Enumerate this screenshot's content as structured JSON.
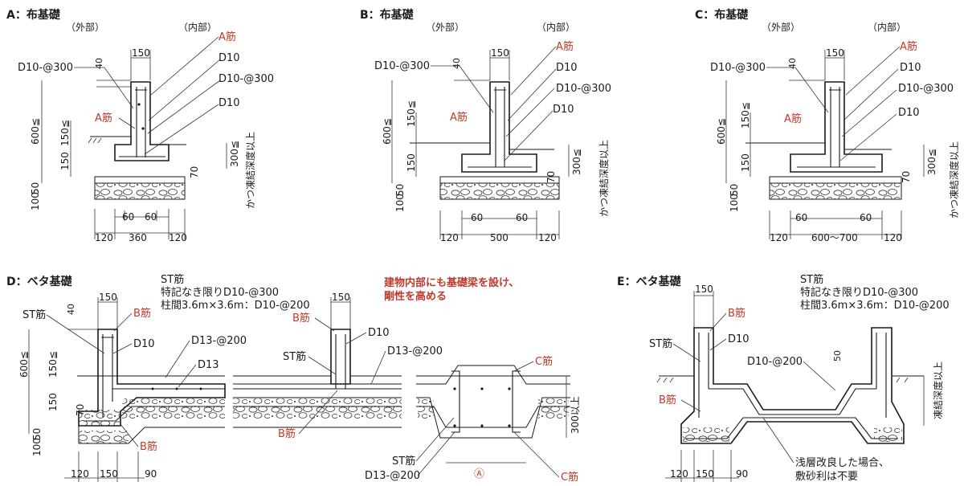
{
  "panels": {
    "A": {
      "title": "A：布基礎",
      "outside": "（外部）",
      "inside": "（内部）",
      "wall_width": "150",
      "cover": "40",
      "rebar_labels": [
        "A筋",
        "D10",
        "D10-@300",
        "D10"
      ],
      "left_rebar": "D10-@300",
      "a_bar_left": "A筋",
      "height_total": "600≦",
      "embed": "150≦",
      "footing_h": "150",
      "gravel_h": "50",
      "base_h": "100",
      "depth": "300≦",
      "depth_note": "かつ凍結深度以上",
      "side": "70",
      "bottom_dims": [
        "60",
        "60"
      ],
      "width_dims": [
        "120",
        "360",
        "120"
      ]
    },
    "B": {
      "title": "B：布基礎",
      "outside": "（外部）",
      "inside": "（内部）",
      "wall_width": "150",
      "cover": "40",
      "rebar_labels": [
        "A筋",
        "D10",
        "D10-@300",
        "D10"
      ],
      "left_rebar": "D10-@300",
      "a_bar_left": "A筋",
      "height_total": "600≦",
      "embed": "150≦",
      "footing_h": "150",
      "gravel_h": "50",
      "base_h": "100",
      "depth": "300≦",
      "depth_note": "かつ凍結深度以上",
      "side": "70",
      "bottom_dims": [
        "60",
        "60"
      ],
      "width_dims": [
        "120",
        "500",
        "120"
      ]
    },
    "C": {
      "title": "C：布基礎",
      "outside": "（外部）",
      "inside": "（内部）",
      "wall_width": "150",
      "cover": "40",
      "rebar_labels": [
        "A筋",
        "D10",
        "D10-@300",
        "D10"
      ],
      "left_rebar": "D10-@300",
      "a_bar_left": "A筋",
      "height_total": "600≦",
      "embed": "150≦",
      "footing_h": "150",
      "gravel_h": "50",
      "base_h": "100",
      "depth": "300≦",
      "depth_note": "かつ凍結深度以上",
      "side": "70",
      "bottom_dims": [
        "60",
        "60"
      ],
      "width_dims": [
        "120",
        "600～700",
        "120"
      ]
    },
    "D": {
      "title": "D：ベタ基礎",
      "st_title": "ST筋",
      "st_note1": "特記なき限りD10-@300",
      "st_note2": "柱間3.6m×3.6m：D10-@200",
      "highlight1": "建物内部にも基礎梁を設け、",
      "highlight2": "剛性を高める",
      "wall_width": "150",
      "wall_width2": "150",
      "cover": "40",
      "st": "ST筋",
      "st2": "ST筋",
      "st3": "ST筋",
      "b_bar": "B筋",
      "b_bar2": "B筋",
      "b_bar_bottom": "B筋",
      "b_bar_mid": "B筋",
      "d10": "D10",
      "d10b": "D10",
      "d13_200": "D13-@200",
      "d13_200b": "D13-@200",
      "d13_200c": "D13-@200",
      "d13": "D13",
      "c_bar": "C筋",
      "c_bar2": "C筋",
      "circle_a": "Ⓐ",
      "height_total": "600≦",
      "embed": "150≦",
      "h150": "150",
      "h70": "70",
      "gravel_h": "50",
      "base_h": "100",
      "depth": "300以上",
      "width_dims": [
        "120",
        "150",
        "90"
      ]
    },
    "E": {
      "title": "E：ベタ基礎",
      "st_title": "ST筋",
      "st_note1": "特記なき限りD10-@300",
      "st_note2": "柱間3.6m×3.6m：D10-@200",
      "wall_width": "150",
      "st": "ST筋",
      "b_bar": "B筋",
      "b_bar2": "B筋",
      "d10": "D10",
      "d10_200": "D10-@200",
      "cover": "50",
      "depth_note": "凍結深度以上",
      "note1": "浅層改良した場合、",
      "note2": "敷砂利は不要",
      "width_dims": [
        "120",
        "150",
        "90"
      ]
    }
  },
  "colors": {
    "accent_red": "#c0392b",
    "line": "#1a1a1a"
  }
}
